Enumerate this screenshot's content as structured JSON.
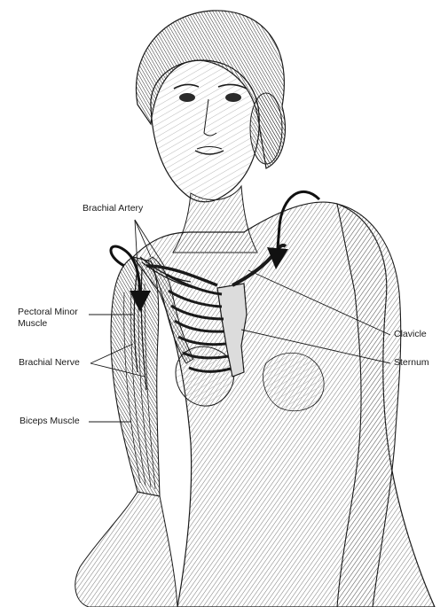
{
  "labels": {
    "brachial_artery": "Brachial Artery",
    "pectoral_minor_line1": "Pectoral Minor",
    "pectoral_minor_line2": "Muscle",
    "brachial_nerve": "Brachial Nerve",
    "biceps_muscle": "Biceps Muscle",
    "clavicle": "Clavicle",
    "sternum": "Sternum"
  },
  "colors": {
    "ink": "#1a1a1a",
    "hatch": "#555555",
    "background": "#ffffff"
  }
}
